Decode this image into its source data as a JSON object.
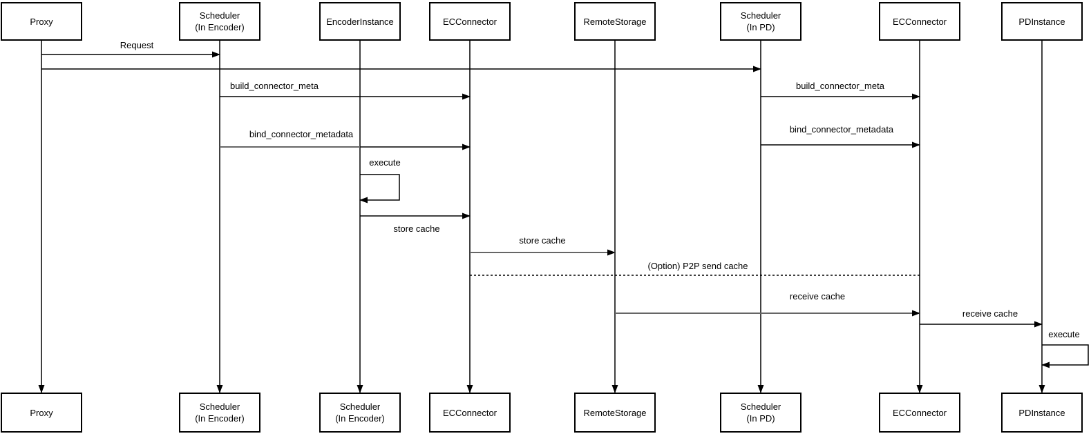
{
  "diagram": {
    "type": "sequence-diagram",
    "colors": {
      "background": "#ffffff",
      "line": "#000000",
      "gray_line": "#666666",
      "text": "#000000"
    },
    "actors_top": [
      {
        "label": "Proxy"
      },
      {
        "label": "Scheduler\n(In Encoder)"
      },
      {
        "label": "EncoderInstance"
      },
      {
        "label": "ECConnector"
      },
      {
        "label": "RemoteStorage"
      },
      {
        "label": "Scheduler\n(In PD)"
      },
      {
        "label": "ECConnector"
      },
      {
        "label": "PDInstance"
      }
    ],
    "actors_bottom": [
      {
        "label": "Proxy"
      },
      {
        "label": "Scheduler\n(In Encoder)"
      },
      {
        "label": "Scheduler\n(In Encoder)"
      },
      {
        "label": "ECConnector"
      },
      {
        "label": "RemoteStorage"
      },
      {
        "label": "Scheduler\n(In PD)"
      },
      {
        "label": "ECConnector"
      },
      {
        "label": "PDInstance"
      }
    ],
    "messages": [
      {
        "label": "Request",
        "from": "Proxy",
        "to": "Scheduler (In Encoder)",
        "style": "solid"
      },
      {
        "label": "",
        "from": "Proxy",
        "to": "Scheduler (In PD)",
        "style": "solid"
      },
      {
        "label": "build_connector_meta",
        "from": "Scheduler (In Encoder)",
        "to": "ECConnector",
        "style": "solid"
      },
      {
        "label": "build_connector_meta",
        "from": "Scheduler (In PD)",
        "to": "ECConnector",
        "style": "solid"
      },
      {
        "label": "bind_connector_metadata",
        "from": "Scheduler (In Encoder)",
        "to": "ECConnector",
        "style": "solid-gray-black"
      },
      {
        "label": "bind_connector_metadata",
        "from": "Scheduler (In PD)",
        "to": "ECConnector",
        "style": "solid"
      },
      {
        "label": "execute",
        "from": "EncoderInstance",
        "to": "EncoderInstance",
        "style": "self-loop"
      },
      {
        "label": "store cache",
        "from": "EncoderInstance",
        "to": "ECConnector",
        "style": "solid",
        "label_position": "below"
      },
      {
        "label": "store cache",
        "from": "ECConnector",
        "to": "RemoteStorage",
        "style": "solid-gray"
      },
      {
        "label": "(Option) P2P send cache",
        "from": "ECConnector",
        "to": "ECConnector (In PD)",
        "style": "dashed"
      },
      {
        "label": "receive cache",
        "from": "RemoteStorage",
        "to": "ECConnector (In PD)",
        "style": "solid-gray"
      },
      {
        "label": "receive cache",
        "from": "ECConnector (In PD)",
        "to": "PDInstance",
        "style": "solid"
      },
      {
        "label": "execute",
        "from": "PDInstance",
        "to": "PDInstance",
        "style": "self-loop"
      }
    ]
  }
}
